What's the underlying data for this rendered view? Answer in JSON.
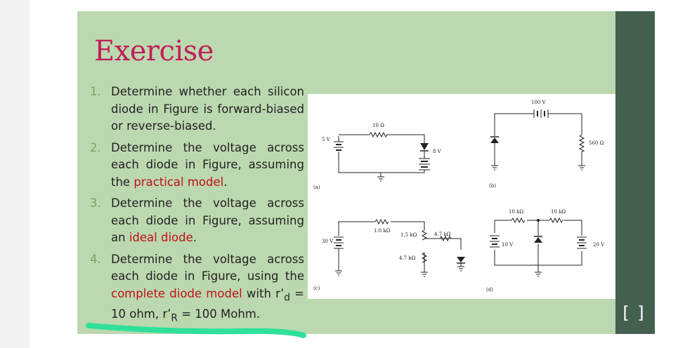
{
  "slide": {
    "title": "Exercise",
    "items": [
      {
        "num": "1.",
        "parts": [
          {
            "t": "Determine whether each silicon diode in Figure is forward-biased or reverse-biased."
          }
        ]
      },
      {
        "num": "2.",
        "parts": [
          {
            "t": "Determine the voltage across each diode in Figure, assuming the "
          },
          {
            "t": "practical model",
            "hl": true
          },
          {
            "t": "."
          }
        ]
      },
      {
        "num": "3.",
        "parts": [
          {
            "t": "Determine the voltage across each diode in Figure, assuming an "
          },
          {
            "t": "ideal diode",
            "hl": true
          },
          {
            "t": "."
          }
        ]
      },
      {
        "num": "4.",
        "parts": [
          {
            "t": "Determine the voltage across each diode in Figure, using the "
          },
          {
            "t": "complete diode model",
            "hl": true
          },
          {
            "t": " with r’"
          },
          {
            "t": "d",
            "sub": true
          },
          {
            "t": " = 10 ohm, r’"
          },
          {
            "t": "R",
            "sub": true
          },
          {
            "t": " = 100 Mohm."
          }
        ]
      }
    ]
  },
  "figure": {
    "a": {
      "tag": "(a)",
      "src": "5 V",
      "res": "10 Ω",
      "bat": "8 V"
    },
    "b": {
      "tag": "(b)",
      "src": "100 V",
      "res": "560 Ω"
    },
    "c": {
      "tag": "(c)",
      "src": "30 V",
      "r1": "1.0 kΩ",
      "r2": "1.5 kΩ",
      "r3": "4.7 kΩ",
      "r4": "4.7 kΩ"
    },
    "d": {
      "tag": "(d)",
      "src1": "10 V",
      "src2": "20 V",
      "r1": "10 kΩ",
      "r2": "10 kΩ"
    }
  },
  "colors": {
    "slide_bg": "#bcd8b0",
    "title": "#c11f5a",
    "highlight": "#c0101a",
    "number": "#7ea05e",
    "sidebar": "#44604f",
    "underline": "#2fe09a"
  },
  "icons": {
    "selection": "bracket-selection-icon"
  }
}
